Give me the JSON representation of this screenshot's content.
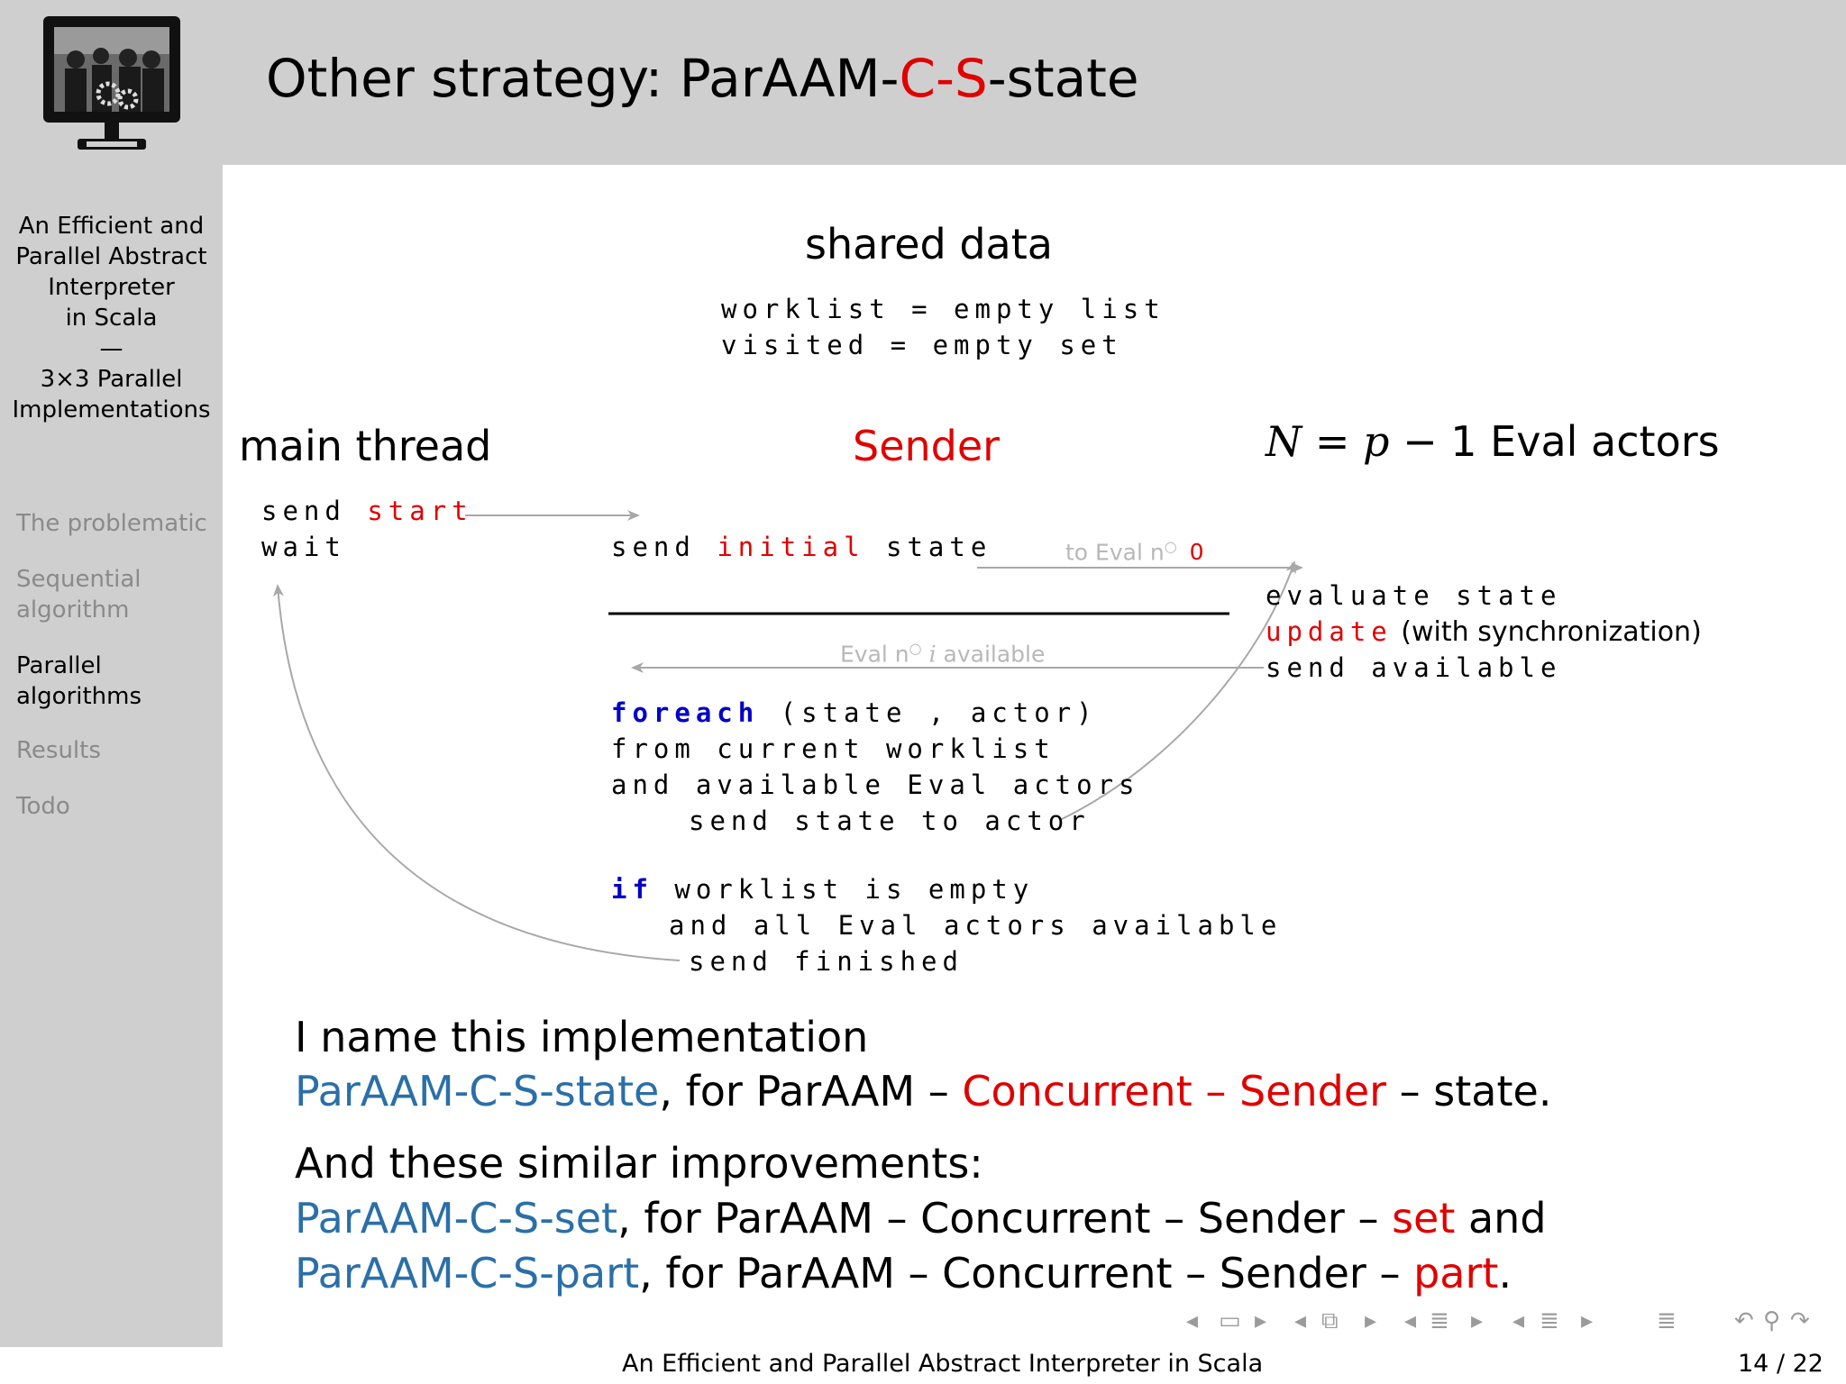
{
  "header": {
    "title_prefix": "Other strategy:  ParAAM-",
    "title_highlight": "C-S",
    "title_suffix": "-state"
  },
  "sidebar": {
    "title_lines": [
      "An Efficient and",
      "Parallel Abstract",
      "Interpreter",
      "in Scala",
      "—",
      "3×3 Parallel",
      "Implementations"
    ],
    "items": [
      {
        "label": "The problematic",
        "active": false
      },
      {
        "label": "Sequential algorithm",
        "active": false
      },
      {
        "label": "Parallel algorithms",
        "active": true
      },
      {
        "label": "Results",
        "active": false
      },
      {
        "label": "Todo",
        "active": false
      }
    ]
  },
  "diagram": {
    "shared_title": "shared data",
    "shared_line1": "worklist = empty list",
    "shared_line2": "visited = empty set",
    "main_thread": "main thread",
    "sender": "Sender",
    "eval_actors_n": "N",
    "eval_actors_eq": " = ",
    "eval_actors_p": "p",
    "eval_actors_rest": " − 1 Eval actors",
    "main_send": "send ",
    "main_start": "start",
    "main_wait": "wait",
    "sender_send": "send ",
    "sender_initial": "initial",
    "sender_state": " state",
    "to_eval_label": "to Eval n",
    "to_eval_degree": "○",
    "to_eval_zero": "0",
    "eval_line1": "evaluate state",
    "eval_update": "update",
    "eval_update_rest": " (with synchronization)",
    "eval_line3": "send available",
    "eval_avail_label": "Eval n",
    "eval_avail_degree": "○",
    "eval_avail_i": "i",
    "eval_avail_rest": " available",
    "foreach_kw": "foreach",
    "foreach_rest": " (state , actor)",
    "from_line": "from current worklist",
    "and_line": "and available Eval actors",
    "send_to_actor": "send state to actor",
    "if_kw": "if",
    "if_rest": " worklist is empty",
    "and_all": "and all Eval actors available",
    "send_finished": "send finished"
  },
  "body": {
    "line1": "I name this implementation",
    "l2_name": "ParAAM-C-S-state",
    "l2_mid": ", for ParAAM – ",
    "l2_concurrent": "Concurrent – Sender",
    "l2_end": " – state.",
    "line3": "And these similar improvements:",
    "l4_name": "ParAAM-C-S-set",
    "l4_mid": ", for ParAAM – Concurrent – Sender – ",
    "l4_set": "set",
    "l4_end": " and",
    "l5_name": "ParAAM-C-S-part",
    "l5_mid": ", for ParAAM – Concurrent – Sender – ",
    "l5_part": "part",
    "l5_end": "."
  },
  "footer": {
    "title": "An Efficient and Parallel Abstract Interpreter in Scala",
    "page": "14 / 22"
  },
  "nav_icons": [
    "nav-prev-icon",
    "frame-icon",
    "nav-next-icon",
    "nav-prev-icon",
    "subsection-icon",
    "nav-next-icon",
    "nav-prev-icon",
    "section-icon",
    "nav-next-icon",
    "nav-prev-icon",
    "section-icon",
    "nav-next-icon",
    "outline-icon",
    "undo-icon",
    "search-icon",
    "redo-icon"
  ],
  "colors": {
    "accent_red": "#e00000",
    "accent_blue": "#2b6fa8",
    "keyword_blue": "#0000c8",
    "sidebar_gray": "#cfcfcf"
  }
}
